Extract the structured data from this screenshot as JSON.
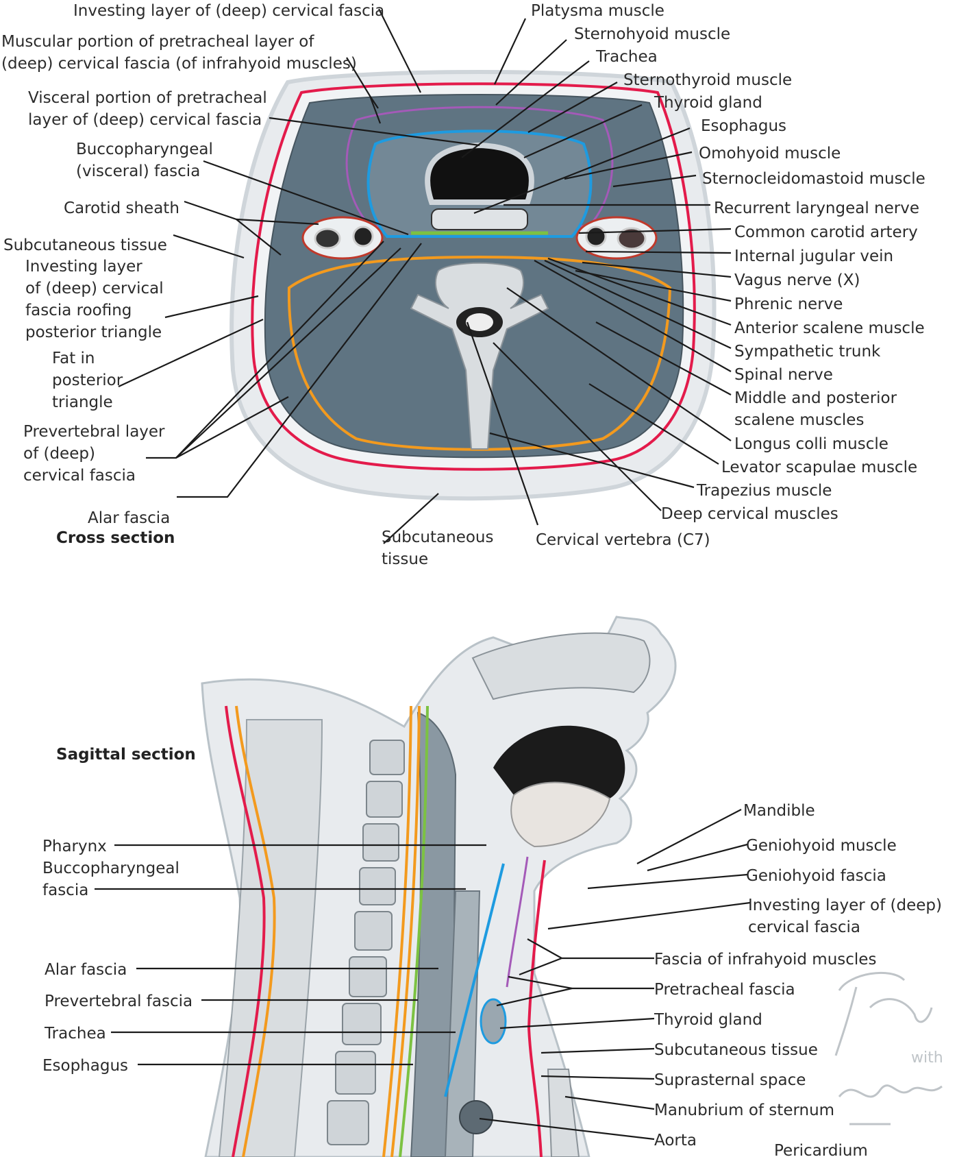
{
  "figure": {
    "cross_heading": "Cross section",
    "sagittal_heading": "Sagittal section",
    "signature": {
      "name": "F. Netter M.D.",
      "with": "with",
      "coauthor": "Winn"
    },
    "colors": {
      "investing_fascia": "#e31b4b",
      "prevertebral_fascia": "#f39a1e",
      "pretracheal_visceral": "#1e9be0",
      "pretracheal_muscular": "#a45ab8",
      "buccopharyngeal": "#7cc242",
      "muscle": "#5f7482",
      "subcutaneous": "#e8ebee",
      "bone": "#d9dde0"
    },
    "cross_labels": [
      "Investing layer of (deep) cervical fascia",
      "Muscular portion of pretracheal layer of",
      "(deep) cervical fascia (of infrahyoid muscles)",
      "Visceral portion of pretracheal",
      "layer of (deep) cervical fascia",
      "Buccopharyngeal",
      "(visceral) fascia",
      "Carotid sheath",
      "Subcutaneous tissue",
      "Investing layer",
      "of (deep) cervical",
      "fascia roofing",
      "posterior triangle",
      "Fat in",
      "posterior",
      "triangle",
      "Prevertebral layer",
      "of (deep)",
      "cervical fascia",
      "Alar fascia",
      "Platysma muscle",
      "Sternohyoid muscle",
      "Trachea",
      "Sternothyroid muscle",
      "Thyroid gland",
      "Esophagus",
      "Omohyoid muscle",
      "Sternocleidomastoid muscle",
      "Recurrent laryngeal nerve",
      "Common carotid artery",
      "Internal jugular vein",
      "Vagus nerve (X)",
      "Phrenic nerve",
      "Anterior scalene muscle",
      "Sympathetic trunk",
      "Spinal nerve",
      "Middle and posterior",
      "scalene muscles",
      "Longus colli muscle",
      "Levator scapulae muscle",
      "Trapezius muscle",
      "Deep cervical muscles",
      "Subcutaneous",
      "tissue",
      "Cervical vertebra (C7)"
    ],
    "sagittal_labels": [
      "Pharynx",
      "Buccopharyngeal",
      "fascia",
      "Alar fascia",
      "Prevertebral fascia",
      "Trachea",
      "Esophagus",
      "Mandible",
      "Geniohyoid muscle",
      "Geniohyoid fascia",
      "Investing layer of (deep)",
      "cervical fascia",
      "Fascia of infrahyoid muscles",
      "Pretracheal fascia",
      "Thyroid gland",
      "Subcutaneous tissue",
      "Suprasternal space",
      "Manubrium of sternum",
      "Aorta",
      "Pericardium"
    ]
  }
}
